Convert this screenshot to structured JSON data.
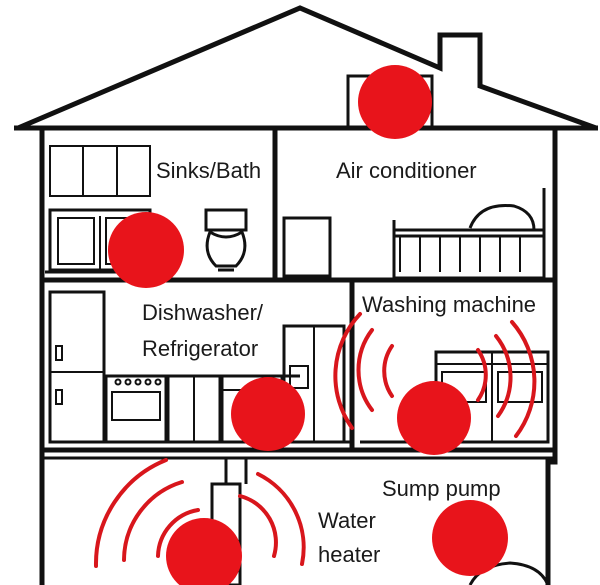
{
  "labels": {
    "sinks_bath": "Sinks/Bath",
    "air_conditioner": "Air conditioner",
    "dishwasher_line1": "Dishwasher/",
    "dishwasher_line2": "Refrigerator",
    "washing_machine": "Washing machine",
    "sump_pump": "Sump pump",
    "water_heater_line1": "Water",
    "water_heater_line2": "heater"
  },
  "colors": {
    "marker": "#e8141b",
    "wave": "#d8161c",
    "outline": "#111111"
  }
}
